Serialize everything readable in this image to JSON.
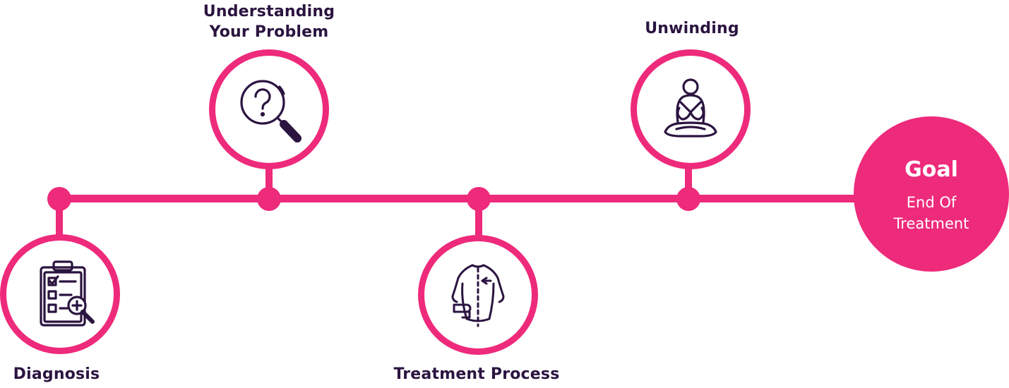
{
  "steps": [
    {
      "label": "Diagnosis",
      "icon": "clipboard-checklist-icon"
    },
    {
      "label": "Understanding\nYour Problem",
      "icon": "magnifier-question-icon"
    },
    {
      "label": "Treatment Process",
      "icon": "spine-back-icon"
    },
    {
      "label": "Unwinding",
      "icon": "meditation-icon"
    }
  ],
  "goal": {
    "title": "Goal",
    "subtitle": "End Of\nTreatment"
  },
  "colors": {
    "accent": "#ee2a7b",
    "icon": "#2b1440",
    "background": "#ffffff"
  }
}
